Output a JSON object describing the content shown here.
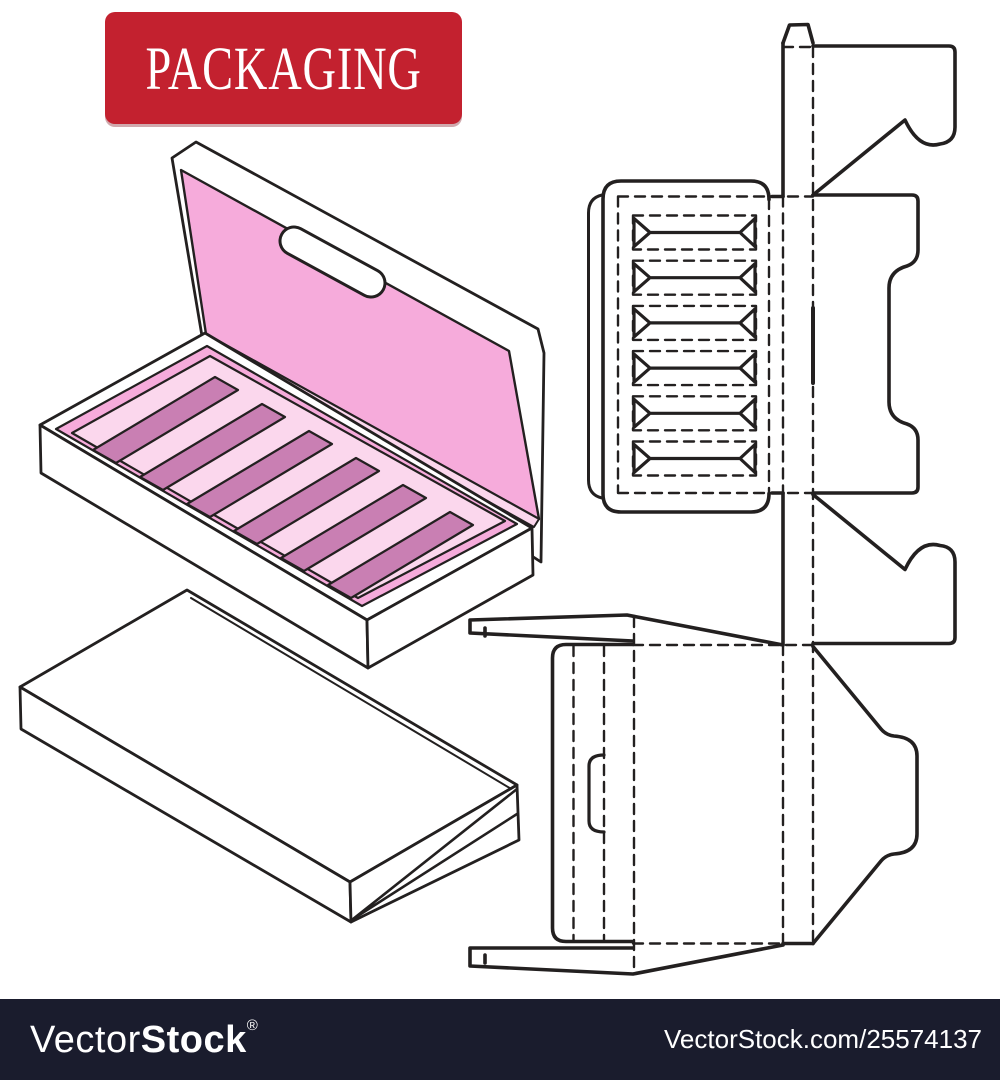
{
  "banner": {
    "label": "PACKAGING",
    "bg": "#C3212F",
    "fg": "#FFFFFF"
  },
  "illustration": {
    "slot_count": 6,
    "parts": {
      "open_box": "open box with insert slots",
      "closed_box": "closed box",
      "dieline_upper": "die cut template upper part",
      "dieline_lower": "die cut template lower part"
    }
  },
  "colors": {
    "red": "#C3212F",
    "line": "#232020",
    "pink_mid": "#F6ABDB",
    "pink_light": "#FBD7ED",
    "pink_dark": "#C97FB3",
    "navy": "#1A1C2D"
  },
  "watermark": {
    "logo_prefix": "Vector",
    "logo_suffix": "Stock",
    "registered_mark": "®",
    "site_ref": "VectorStock.com/25574137"
  }
}
